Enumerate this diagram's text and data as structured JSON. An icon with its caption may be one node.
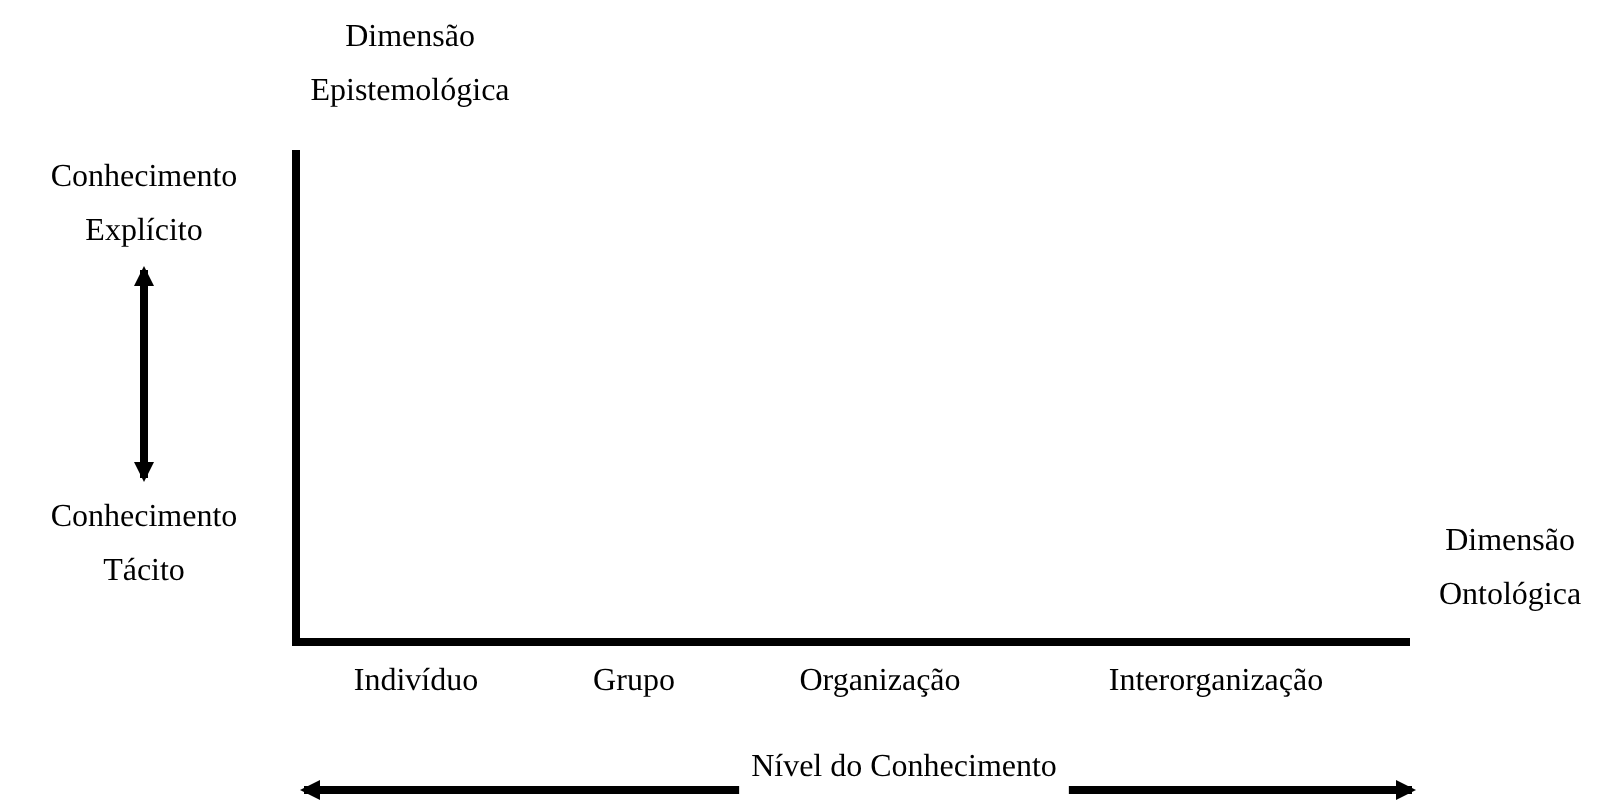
{
  "diagram": {
    "nodes": [
      {
        "text": [
          "Conhecimento Explícito"
        ]
      },
      {
        "text": [
          "Conhecimento Tácito"
        ]
      },
      {
        "text": [
          "Nível do Conhecimento"
        ]
      }
    ],
    "edges": [
      {
        "from": 0,
        "to": 1,
        "arrow": "both"
      },
      {
        "from": 2,
        "to": null,
        "arrow": "to"
      },
      {
        "from": 2,
        "to": null,
        "arrow": "to"
      }
    ],
    "labels": [
      "Dimensão Epistemológica",
      "Dimensão Ontológica",
      "Indivíduo",
      "Grupo",
      "Organização",
      "Interorganização"
    ]
  }
}
